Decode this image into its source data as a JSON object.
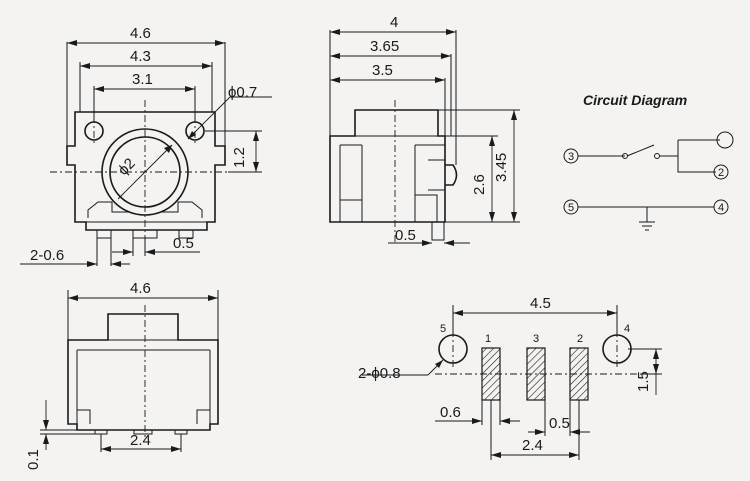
{
  "top_view": {
    "dim_width": "4.6",
    "dim_holes": "4.3",
    "dim_pins": "3.1",
    "dim_hole_dia": "ϕ0.7",
    "dim_actuator": "ϕ2",
    "dim_height": "1.2",
    "dim_pad_width": "2-0.6",
    "dim_pad_gap": "0.5"
  },
  "side_view": {
    "dim_total": "4",
    "dim_mid": "3.65",
    "dim_body": "3.5",
    "dim_h1": "2.6",
    "dim_h2": "3.45",
    "dim_pin": "0.5"
  },
  "circuit": {
    "title": "Circuit Diagram",
    "terminals": [
      "3",
      "2",
      "5",
      "4"
    ]
  },
  "front_view": {
    "dim_width": "4.6",
    "dim_pitch": "2.4",
    "dim_height": "0.1"
  },
  "pcb_layout": {
    "dim_span": "4.5",
    "dim_holes": "2-ϕ0.8",
    "dim_pitch": "1.5",
    "dim_pad": "0.6",
    "dim_gap": "0.5",
    "dim_spacing": "2.4",
    "pad_labels": [
      "5",
      "1",
      "3",
      "2",
      "4"
    ]
  }
}
